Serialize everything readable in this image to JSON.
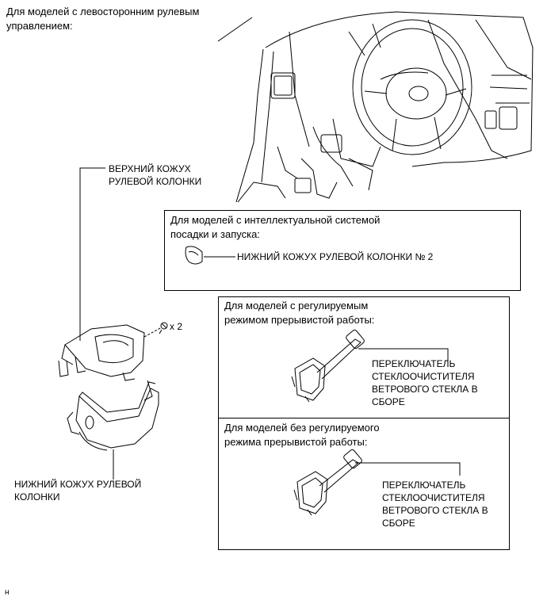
{
  "header": {
    "line1": "Для моделей с левосторонним рулевым",
    "line2": "управлением:"
  },
  "callouts": {
    "upper_cover_1": "ВЕРХНИЙ КОЖУХ",
    "upper_cover_2": "РУЛЕВОЙ КОЛОНКИ",
    "lower_cover_1": "НИЖНИЙ КОЖУХ РУЛЕВОЙ",
    "lower_cover_2": "КОЛОНКИ",
    "screw_qty": "x 2"
  },
  "box_smart": {
    "title_1": "Для моделей с интеллектуальной системой",
    "title_2": "посадки и запуска:",
    "part": "НИЖНИЙ КОЖУХ РУЛЕВОЙ КОЛОНКИ № 2"
  },
  "box_adjustable": {
    "title_1": "Для моделей с регулируемым",
    "title_2": "режимом прерывистой работы:",
    "part_1": "ПЕРЕКЛЮЧАТЕЛЬ",
    "part_2": "СТЕКЛООЧИСТИТЕЛЯ",
    "part_3": "ВЕТРОВОГО СТЕКЛА В",
    "part_4": "СБОРЕ"
  },
  "box_nonadjustable": {
    "title_1": "Для моделей без регулируемого",
    "title_2": "режима прерывистой работы:",
    "part_1": "ПЕРЕКЛЮЧАТЕЛЬ",
    "part_2": "СТЕКЛООЧИСТИТЕЛЯ",
    "part_3": "ВЕТРОВОГО СТЕКЛА В",
    "part_4": "СБОРЕ"
  },
  "footer": {
    "code": "н"
  },
  "icons": [
    "dashboard-illustration",
    "steering-wheel-icon",
    "upper-column-cover-illustration",
    "lower-column-cover-illustration",
    "screw-icon",
    "column-cover-no2-icon",
    "wiper-switch-illustration"
  ]
}
